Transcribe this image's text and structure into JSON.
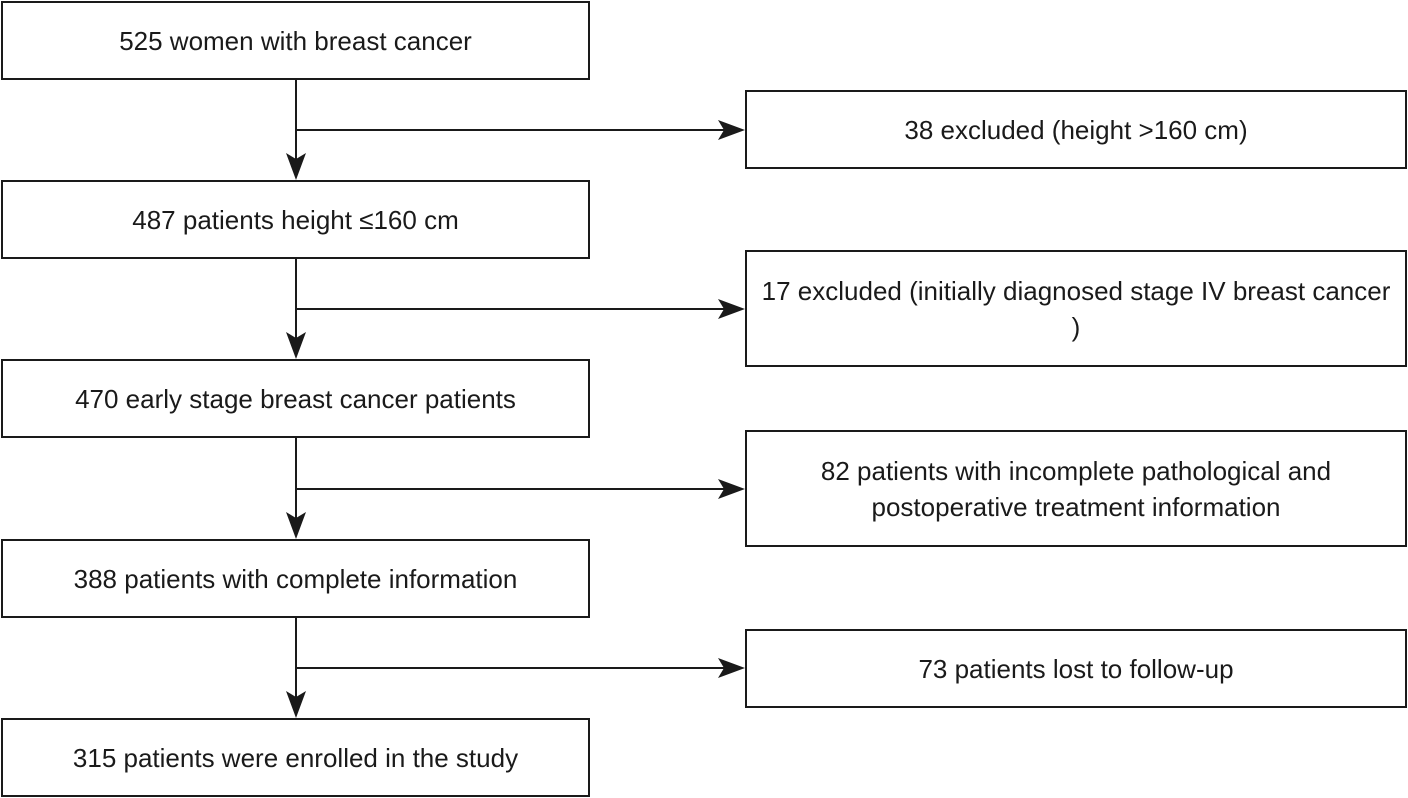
{
  "flowchart": {
    "steps": [
      {
        "label": "525 women with breast cancer"
      },
      {
        "label": "487 patients height ≤160 cm"
      },
      {
        "label": "470 early stage breast cancer patients"
      },
      {
        "label": "388 patients with complete information"
      },
      {
        "label": "315 patients were enrolled in the study"
      }
    ],
    "exclusions": [
      {
        "label": "38 excluded (height >160 cm)"
      },
      {
        "label": "17 excluded (initially diagnosed stage IV breast cancer )"
      },
      {
        "label": "82 patients with incomplete pathological and postoperative treatment information"
      },
      {
        "label": "73 patients lost to follow-up"
      }
    ]
  },
  "colors": {
    "line": "#1a1a1a",
    "background": "#ffffff"
  }
}
